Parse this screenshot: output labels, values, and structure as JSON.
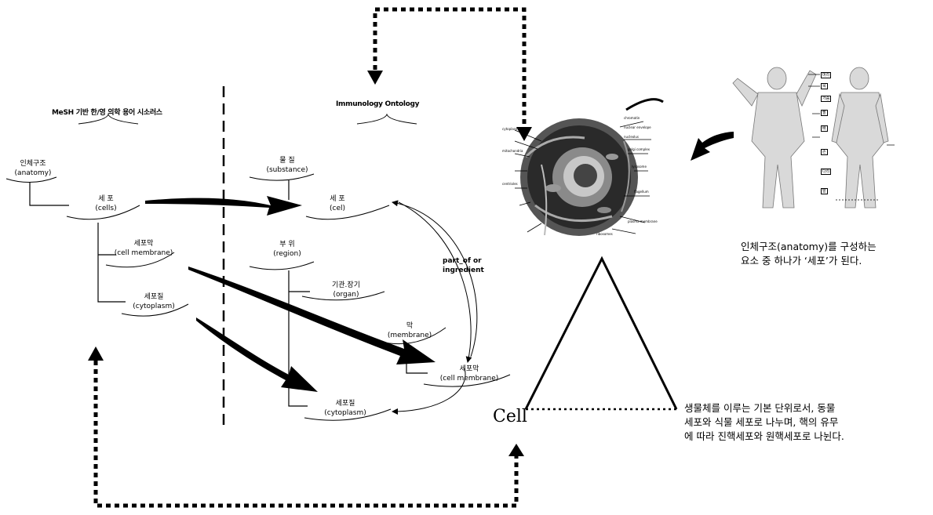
{
  "left_header": "MeSH 기반 한/영 의학 용어 시소러스",
  "right_header": "Immunology Ontology",
  "mesh_nodes": {
    "anatomy": {
      "ko": "인체구조",
      "en": "(anatomy)"
    },
    "cells": {
      "ko": "세 포",
      "en": "(cells)"
    },
    "cell_membrane": {
      "ko": "세포막",
      "en": "(cell membrane)"
    },
    "cytoplasm": {
      "ko": "세포질",
      "en": "(cytoplasm)"
    }
  },
  "onto_nodes": {
    "substance": {
      "ko": "물 질",
      "en": "(substance)"
    },
    "cell": {
      "ko": "세 포",
      "en": "(cel)"
    },
    "region": {
      "ko": "부 위",
      "en": "(region)"
    },
    "organ": {
      "ko": "기관.장기",
      "en": "(organ)"
    },
    "membrane": {
      "ko": "막",
      "en": "(membrane)"
    },
    "cell_membrane": {
      "ko": "세포막",
      "en": "(cell membrane)"
    },
    "cytoplasm": {
      "ko": "세포질",
      "en": "(cytoplasm)"
    }
  },
  "relation_label": {
    "line1": "part_of or",
    "line2": "ingredient"
  },
  "cell_label": "Cell",
  "anatomy_desc": [
    "인체구조(anatomy)를 구성하는",
    "요소 중 하나가 ‘세포’가 된다."
  ],
  "cell_desc": [
    "생물체를 이루는 기본 단위로서, 동물",
    "세포와 식물 세포로 나누며, 핵의 유무",
    "에 따라 진핵세포와 원핵세포로 나뉜다."
  ],
  "cell_figure_labels": [
    "chromatin",
    "nuclear envelope",
    "nucleolus",
    "golgi complex",
    "lysosome",
    "flagellum",
    "ribosomes",
    "plasma membrane",
    "cytoplasm",
    "mitochondria",
    "centrioles"
  ],
  "body_figure_labels": [
    "머리",
    "목",
    "가슴",
    "팔",
    "배",
    "손",
    "다리",
    "발"
  ],
  "colors": {
    "ink": "#000000",
    "paper": "#ffffff"
  }
}
